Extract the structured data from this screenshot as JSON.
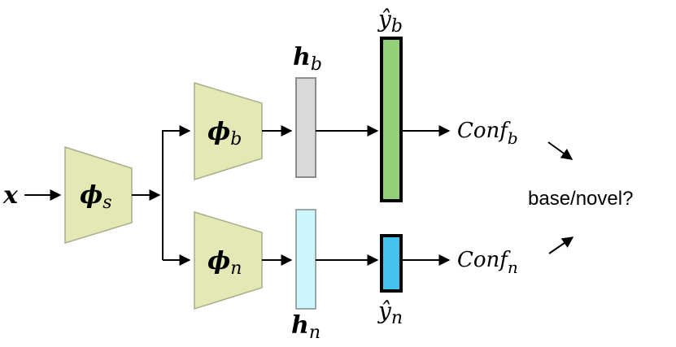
{
  "diagram": {
    "input": {
      "symbol": "x"
    },
    "shared_encoder": {
      "symbol": "ϕ",
      "subscript": "s"
    },
    "base_encoder": {
      "symbol": "ϕ",
      "subscript": "b"
    },
    "novel_encoder": {
      "symbol": "ϕ",
      "subscript": "n"
    },
    "base_feature": {
      "symbol": "h",
      "subscript": "b"
    },
    "novel_feature": {
      "symbol": "h",
      "subscript": "n"
    },
    "base_output": {
      "symbol": "ŷ",
      "subscript": "b"
    },
    "novel_output": {
      "symbol": "ŷ",
      "subscript": "n"
    },
    "base_conf": {
      "text": "Conf",
      "subscript": "b"
    },
    "novel_conf": {
      "text": "Conf",
      "subscript": "n"
    },
    "decision": {
      "text": "base/novel?"
    }
  },
  "colors": {
    "encoder_fill": "#e3e8b5",
    "encoder_stroke": "#a8ad8a",
    "base_feature_fill": "#d9d9d9",
    "novel_feature_fill": "#ccf6fb",
    "base_output_fill": "#92d07a",
    "novel_output_fill": "#45c3ee"
  }
}
